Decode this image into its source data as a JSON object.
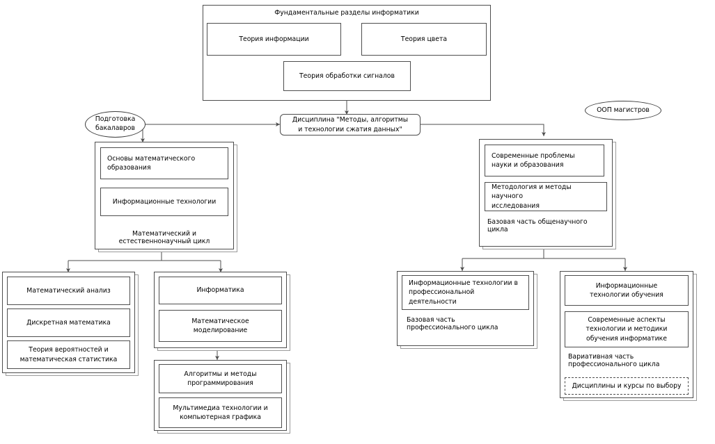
{
  "diagram": {
    "title": "Фундаментальные разделы информатики",
    "top_section": {
      "header": "Фундаментальные разделы информатики",
      "boxes": [
        {
          "label": "Теория информации"
        },
        {
          "label": "Теория цвета"
        },
        {
          "label": "Теория обработки сигналов"
        }
      ]
    },
    "ellipses": [
      {
        "label": "Подготовка\nбакалавров"
      },
      {
        "label": "ООП магистров"
      }
    ],
    "central": {
      "label": "Дисциплина \"Методы, алгоритмы\nи технологии сжатия данных\""
    },
    "bachelor_branch": {
      "group_caption": "Математический и\nестественнонаучный цикл",
      "items": [
        {
          "label": "Основы математического\nобразования"
        },
        {
          "label": "Информационные технологии"
        }
      ],
      "columns": [
        {
          "items": [
            {
              "label": "Математический анализ"
            },
            {
              "label": "Дискретная математика"
            },
            {
              "label": "Теория вероятностей и\nматематическая статистика"
            }
          ]
        },
        {
          "group_a": [
            {
              "label": "Информатика"
            },
            {
              "label": "Математическое\nмоделирование"
            }
          ],
          "group_b": [
            {
              "label": "Алгоритмы и методы\nпрограммирования"
            },
            {
              "label": "Мультимедиа технологии и\nкомпьютерная графика"
            }
          ]
        }
      ]
    },
    "master_branch": {
      "group_caption": "Базовая часть общенаучного\nцикла",
      "items": [
        {
          "label": "Современные проблемы\nнауки и образования"
        },
        {
          "label": "Методология и методы научного\nисследования"
        }
      ],
      "columns": [
        {
          "caption": "Базовая часть\nпрофессионального цикла",
          "items": [
            {
              "label": "Информационные технологии в\nпрофессиональной\nдеятельности"
            }
          ]
        },
        {
          "caption": "Вариативная часть\nпрофессионального цикла",
          "items": [
            {
              "label": "Информационные\nтехнологии обучения"
            },
            {
              "label": "Современные аспекты\nтехнологии и методики\nобучения информатике"
            }
          ],
          "elective": {
            "label": "Дисциплины и курсы по выбору"
          }
        }
      ]
    },
    "colors": {
      "stroke": "#4d4d4d",
      "background": "#ffffff",
      "text": "#000000"
    }
  }
}
